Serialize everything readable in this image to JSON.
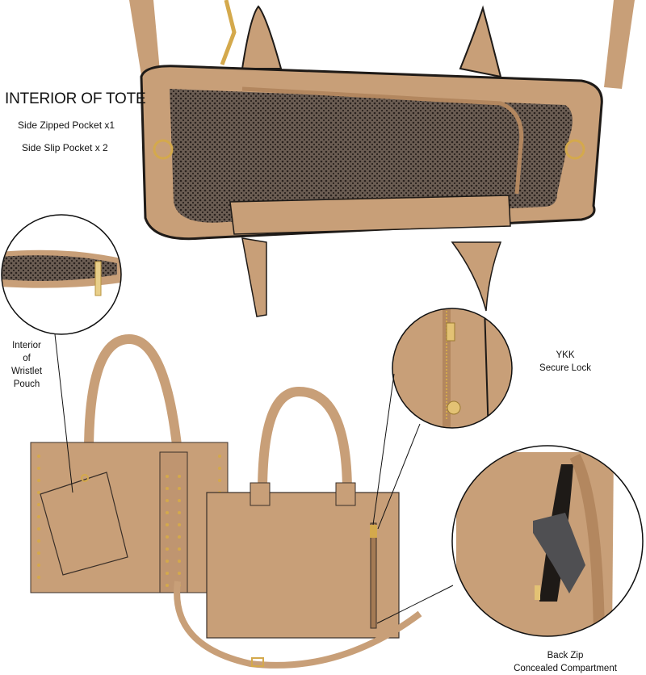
{
  "heading": {
    "title": "INTERIOR OF TOTE",
    "features": [
      "Side Zipped Pocket x1",
      "Side Slip Pocket x 2"
    ]
  },
  "callouts": {
    "wristlet": {
      "lines": [
        "Interior",
        "of",
        "Wristlet",
        "Pouch"
      ]
    },
    "ykk": {
      "lines": [
        "YKK",
        "Secure Lock"
      ]
    },
    "back_zip": {
      "lines": [
        "Back Zip",
        "Concealed Compartment"
      ]
    }
  },
  "colors": {
    "leather": "#c89f78",
    "leather_dark": "#b3875f",
    "piping": "#1e1a17",
    "lining": "#4a3f38",
    "gold": "#d4a94c",
    "background": "#ffffff"
  }
}
